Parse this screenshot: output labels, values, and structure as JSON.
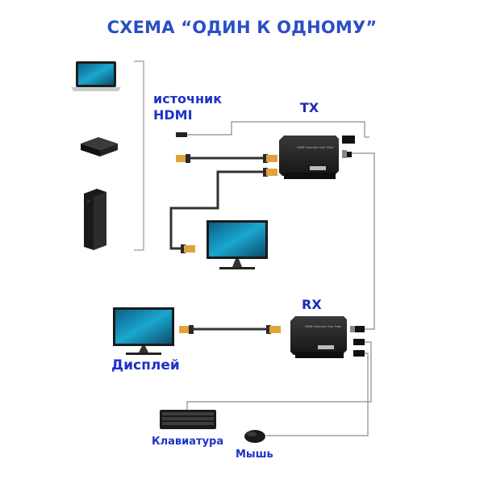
{
  "title": "СХЕМА “ОДИН К ОДНОМУ”",
  "labels": {
    "source_line1": "источник",
    "source_line2": "HDMI",
    "tx": "TX",
    "rx": "RX",
    "display": "Дисплей",
    "keyboard": "Клавиатура",
    "mouse": "Мышь"
  },
  "devices": {
    "tx_unit_text": "HDMI Extender Over Fiber",
    "rx_unit_text": "HDMI Extender Over Fiber"
  },
  "colors": {
    "title": "#2a4fc4",
    "label": "#1d33c9",
    "cable": "#3a3a3a",
    "thin_line": "#8a8a8a",
    "connector": "#e0a23a",
    "screen": "#1aa0c8"
  }
}
